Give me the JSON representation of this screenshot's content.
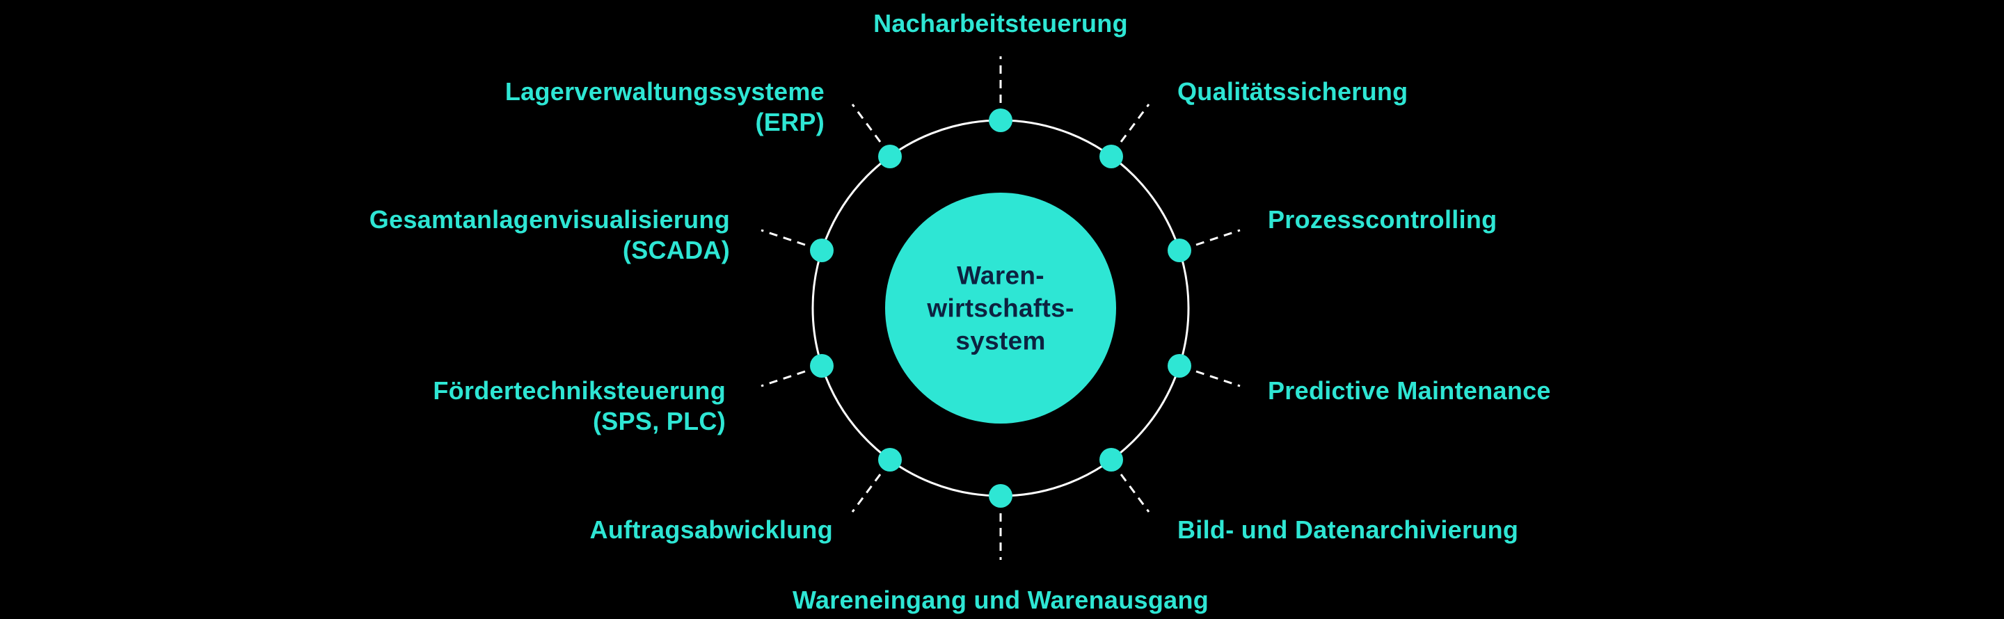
{
  "colors": {
    "background": "#000000",
    "accent": "#2EE6D4",
    "ring": "#FFFFFF",
    "center_text": "#0D2240"
  },
  "center": {
    "label": "Waren-\nwirtschafts-\nsystem"
  },
  "nodes": [
    {
      "id": "nacharbeitsteuerung",
      "label": "Nacharbeitsteuerung"
    },
    {
      "id": "qualitaetssicherung",
      "label": "Qualitätssicherung"
    },
    {
      "id": "prozesscontrolling",
      "label": "Prozesscontrolling"
    },
    {
      "id": "predictive-maintenance",
      "label": "Predictive Maintenance"
    },
    {
      "id": "bild-und-datenarchivierung",
      "label": "Bild- und Datenarchivierung"
    },
    {
      "id": "wareneingang-und-warenausgang",
      "label": "Wareneingang und Warenausgang"
    },
    {
      "id": "auftragsabwicklung",
      "label": "Auftragsabwicklung"
    },
    {
      "id": "foerdertechniksteuerung",
      "label": "Fördertechniksteuerung\n(SPS, PLC)"
    },
    {
      "id": "gesamtanlagenvisualisierung",
      "label": "Gesamtanlagenvisualisierung\n(SCADA)"
    },
    {
      "id": "lagerverwaltungssysteme",
      "label": "Lagerverwaltungssysteme\n(ERP)"
    }
  ]
}
